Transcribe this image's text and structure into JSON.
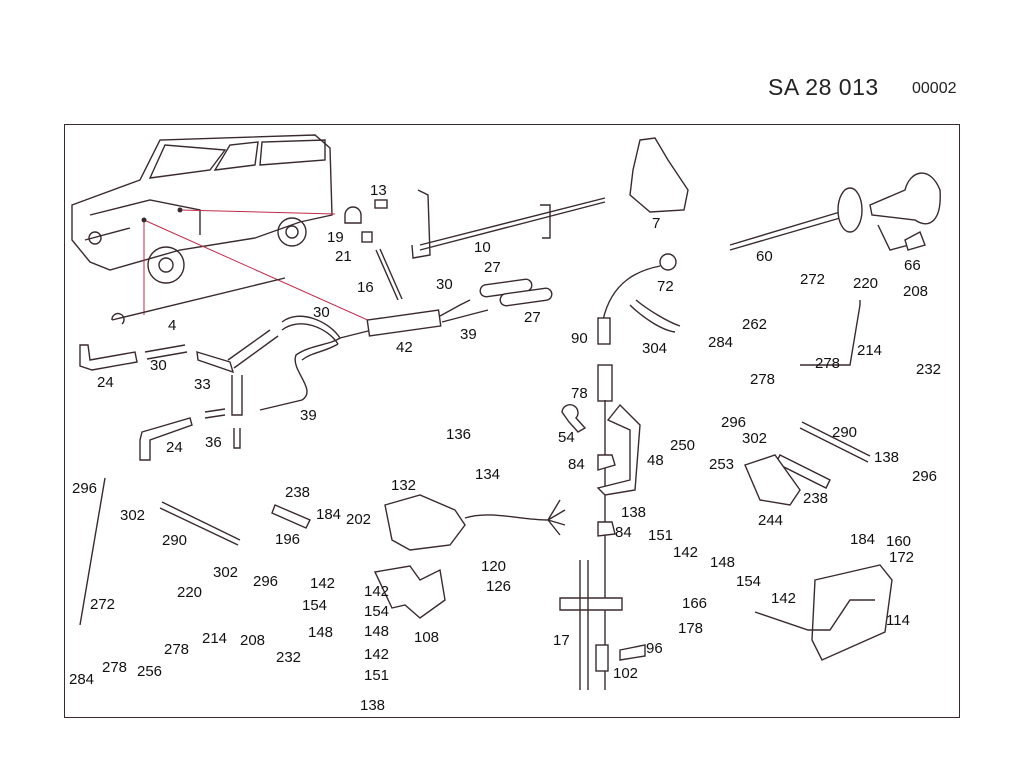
{
  "header": {
    "code": "SA   28 013",
    "sheet": "00002"
  },
  "colors": {
    "line": "#3a2a2e",
    "accent": "#c02a4a"
  },
  "callouts": [
    "4",
    "7",
    "10",
    "13",
    "16",
    "17",
    "19",
    "21",
    "24",
    "24",
    "27",
    "27",
    "30",
    "30",
    "30",
    "33",
    "36",
    "39",
    "39",
    "42",
    "48",
    "54",
    "60",
    "66",
    "72",
    "78",
    "84",
    "84",
    "90",
    "96",
    "102",
    "108",
    "114",
    "120",
    "126",
    "132",
    "134",
    "136",
    "138",
    "138",
    "138",
    "142",
    "142",
    "142",
    "142",
    "142",
    "148",
    "148",
    "148",
    "151",
    "151",
    "154",
    "154",
    "154",
    "160",
    "166",
    "172",
    "178",
    "184",
    "184",
    "196",
    "202",
    "208",
    "208",
    "214",
    "214",
    "220",
    "220",
    "232",
    "232",
    "238",
    "238",
    "244",
    "250",
    "253",
    "256",
    "262",
    "272",
    "272",
    "278",
    "278",
    "278",
    "278",
    "284",
    "284",
    "290",
    "290",
    "296",
    "296",
    "296",
    "296",
    "302",
    "302",
    "302",
    "304"
  ]
}
